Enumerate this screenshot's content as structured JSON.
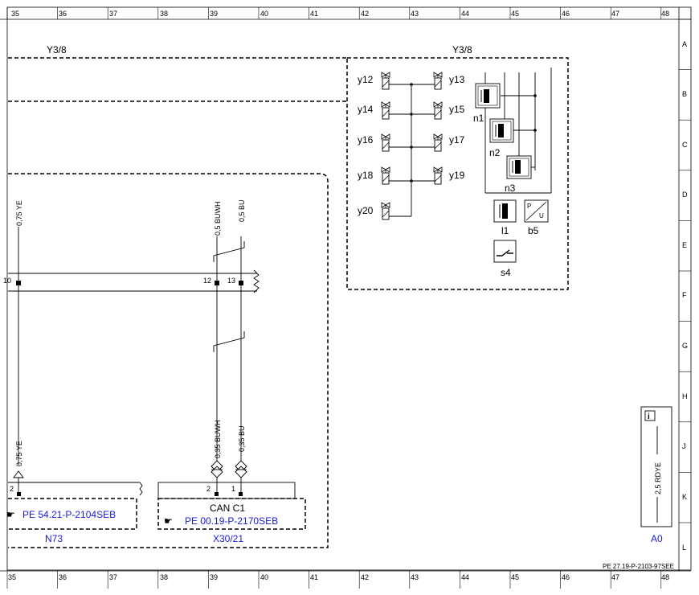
{
  "frame": {
    "col_labels": [
      "35",
      "36",
      "37",
      "38",
      "39",
      "40",
      "41",
      "42",
      "43",
      "44",
      "45",
      "46",
      "47",
      "48"
    ],
    "row_labels": [
      "A",
      "B",
      "C",
      "D",
      "E",
      "F",
      "G",
      "H",
      "J",
      "K",
      "L"
    ],
    "doc_ref": "PE 27.19-P-2103-97SEE"
  },
  "components": {
    "y3_8_left": "Y3/8",
    "y3_8_right": "Y3/8",
    "valves": [
      "y12",
      "y13",
      "y14",
      "y15",
      "y16",
      "y17",
      "y18",
      "y19",
      "y20"
    ],
    "n1": "n1",
    "n2": "n2",
    "n3": "n3",
    "l1": "l1",
    "b5": "b5",
    "s4": "s4",
    "b5_p": "P",
    "b5_u": "U",
    "n73": "N73",
    "x30_21": "X30/21",
    "can_c1": "CAN C1",
    "a0": "A0"
  },
  "wires": {
    "ye_top": "0,75 YE",
    "buwh_top": "0,5 BUWH",
    "bu_top": "0,5 BU",
    "ye_bottom": "0,75 YE",
    "buwh_bottom": "0,35 BUWH",
    "bu_bottom": "0,35 BU",
    "rdye": "2,5 RDYE"
  },
  "pins": {
    "p10": "10",
    "p12": "12",
    "p13": "13",
    "p2_n73": "2",
    "p2_can": "2",
    "p1_can": "1"
  },
  "refs": {
    "n73_ref": "PE 54.21-P-2104SEB",
    "can_ref": "PE 00.19-P-2170SEB"
  },
  "info_icon": "i"
}
